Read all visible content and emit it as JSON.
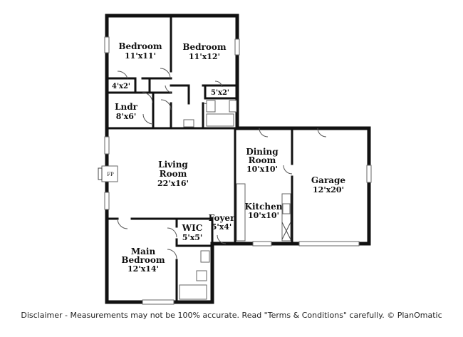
{
  "rooms": {
    "bedroom_1": {
      "name": "Bedroom",
      "dim": "11'x11'"
    },
    "bedroom_2": {
      "name": "Bedroom",
      "dim": "11'x12'"
    },
    "closet_1": {
      "dim": "4'x2'"
    },
    "closet_2": {
      "dim": "5'x2'"
    },
    "laundry": {
      "name": "Lndr",
      "dim": "8'x6'"
    },
    "living": {
      "name_line1": "Living",
      "name_line2": "Room",
      "dim": "22'x16'"
    },
    "dining": {
      "name_line1": "Dining",
      "name_line2": "Room",
      "dim": "10'x10'"
    },
    "kitchen": {
      "name": "Kitchen",
      "dim": "10'x10'"
    },
    "garage": {
      "name": "Garage",
      "dim": "12'x20'"
    },
    "foyer": {
      "name": "Foyer",
      "dim": "5'x4'"
    },
    "wic": {
      "name": "WIC",
      "dim": "5'x5'"
    },
    "main_bedroom": {
      "name_line1": "Main",
      "name_line2": "Bedroom",
      "dim": "12'x14'"
    }
  },
  "fireplace": {
    "label": "FP"
  },
  "disclaimer": "Disclaimer - Measurements may not be 100% accurate. Read \"Terms & Conditions\" carefully. © PlanOmatic"
}
